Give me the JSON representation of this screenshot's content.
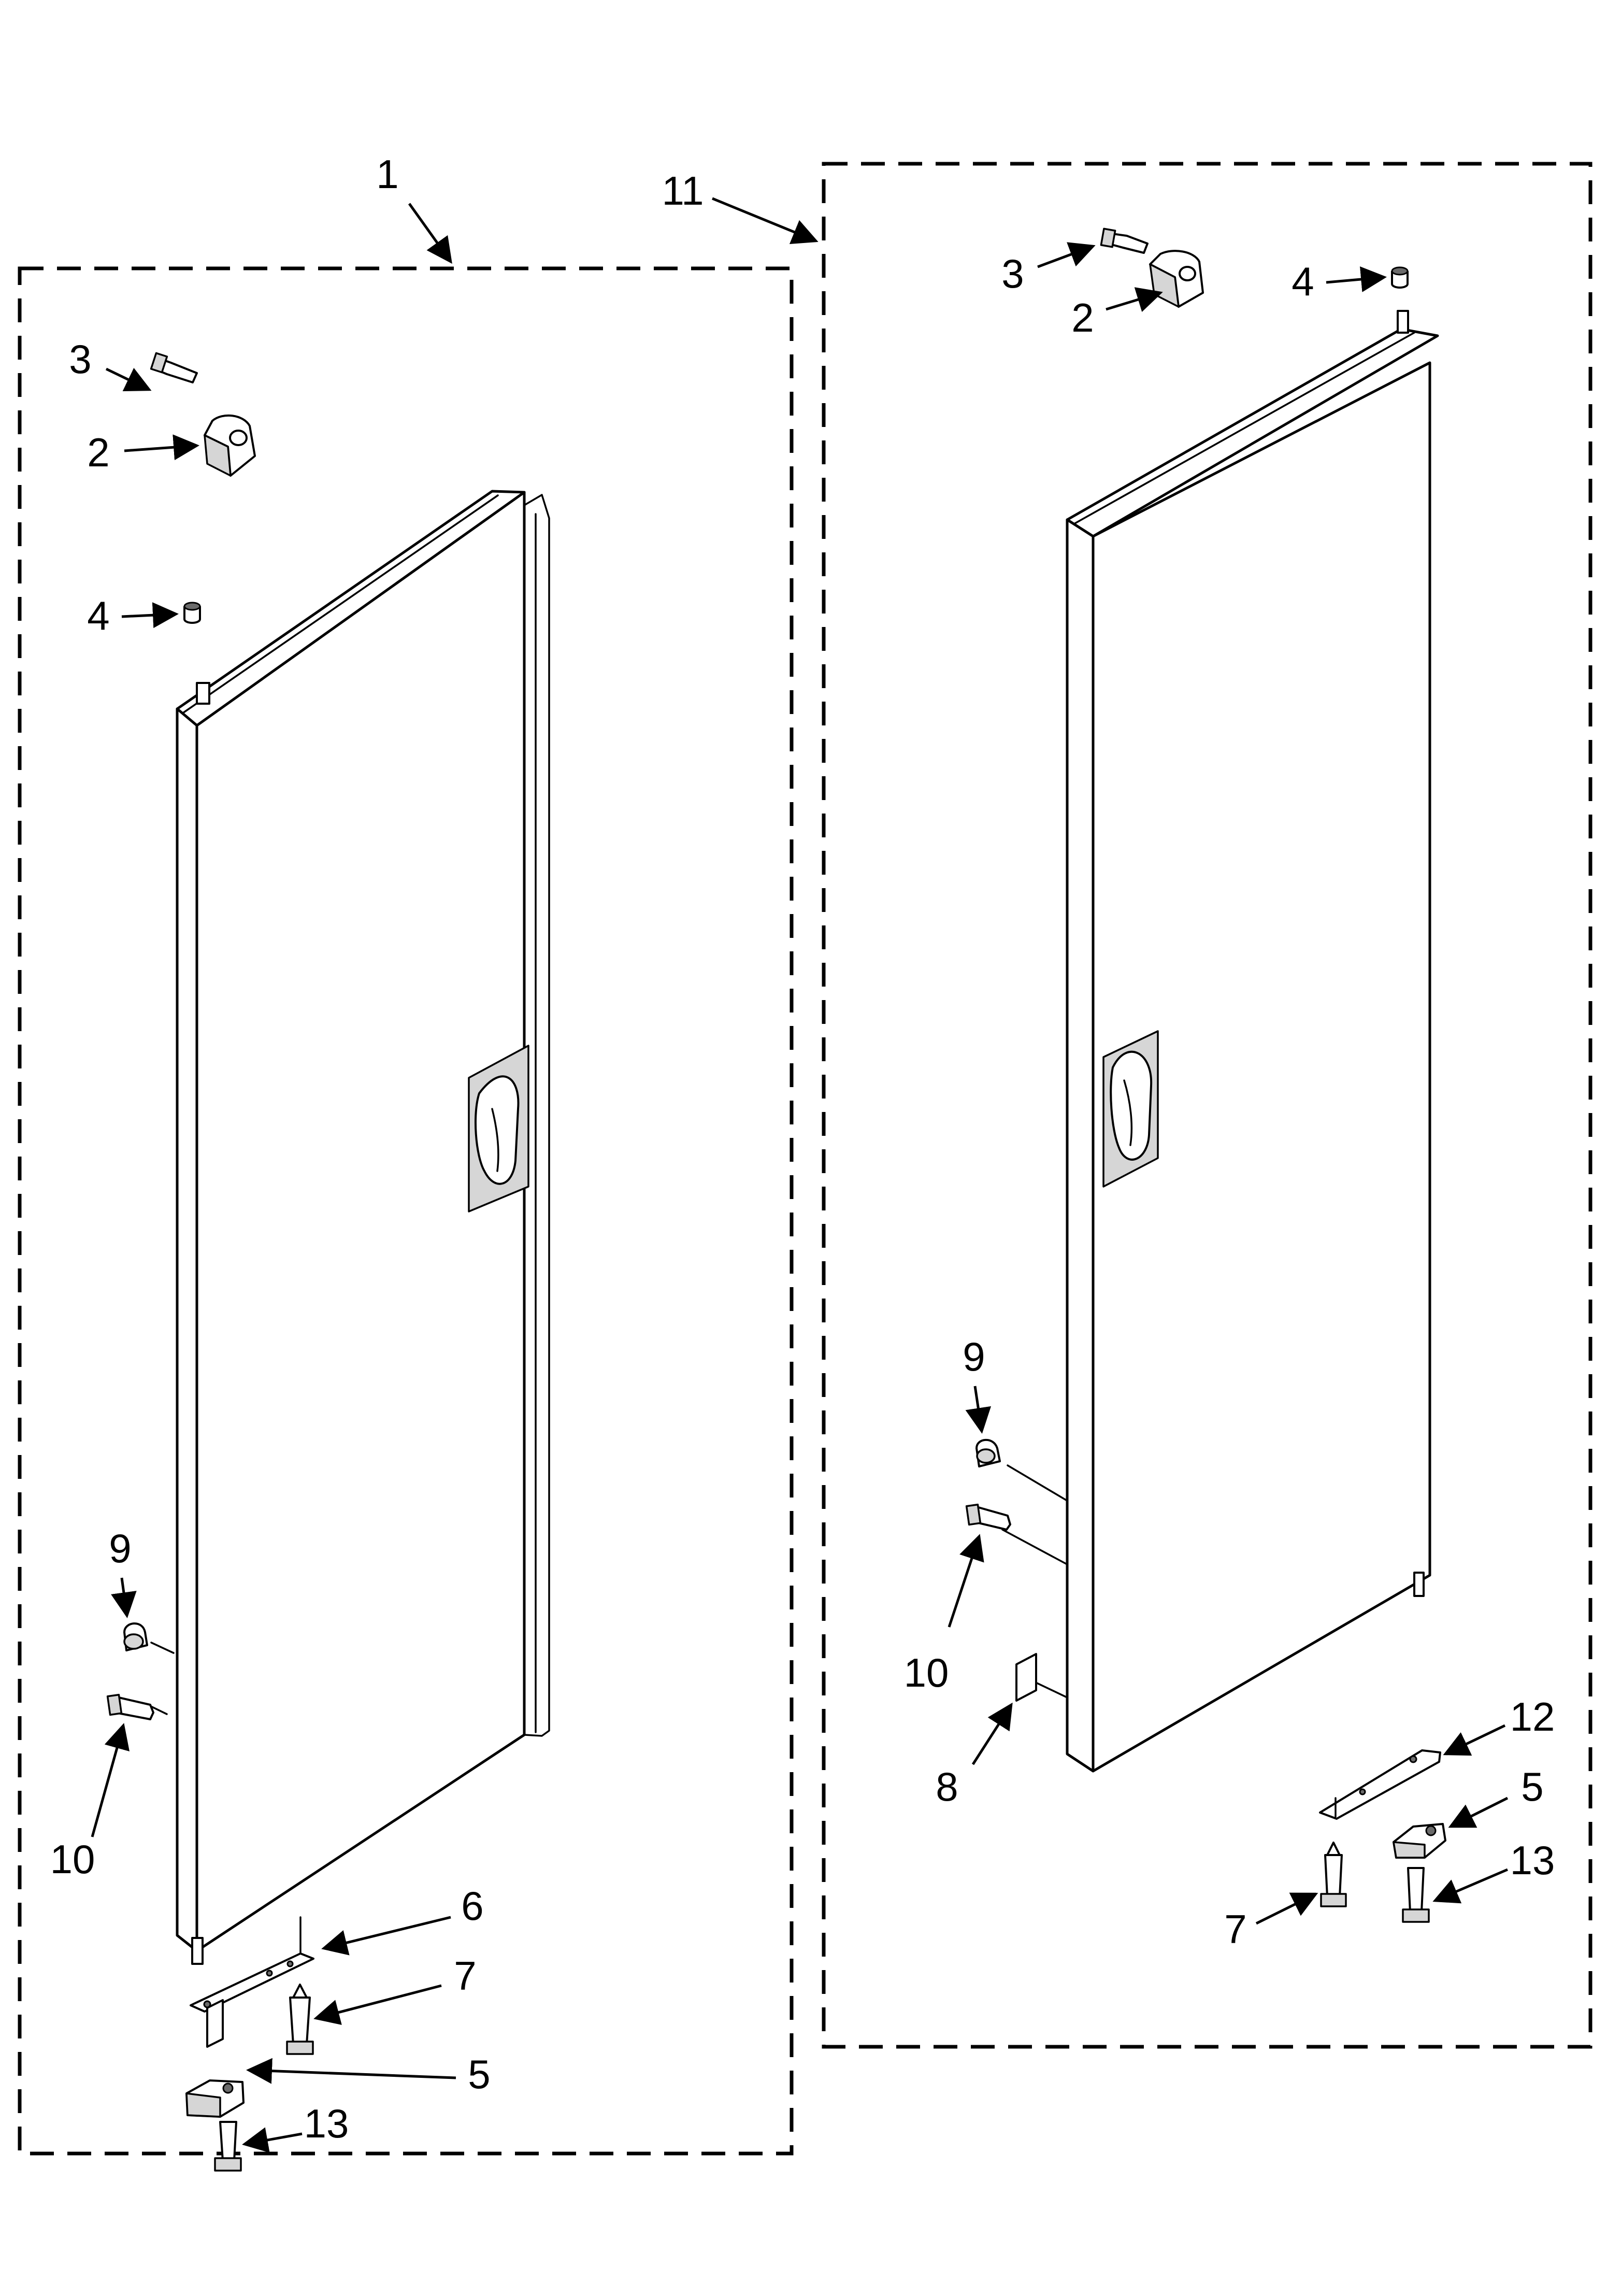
{
  "diagram": {
    "left_assembly": {
      "assembly_label": "1",
      "callouts": {
        "c3": "3",
        "c2": "2",
        "c4": "4",
        "c9": "9",
        "c10": "10",
        "c6": "6",
        "c7": "7",
        "c5": "5",
        "c13": "13"
      }
    },
    "right_assembly": {
      "assembly_label": "11",
      "callouts": {
        "c3": "3",
        "c2": "2",
        "c4": "4",
        "c9": "9",
        "c10": "10",
        "c8": "8",
        "c12": "12",
        "c5": "5",
        "c13": "13",
        "c7": "7"
      }
    }
  }
}
